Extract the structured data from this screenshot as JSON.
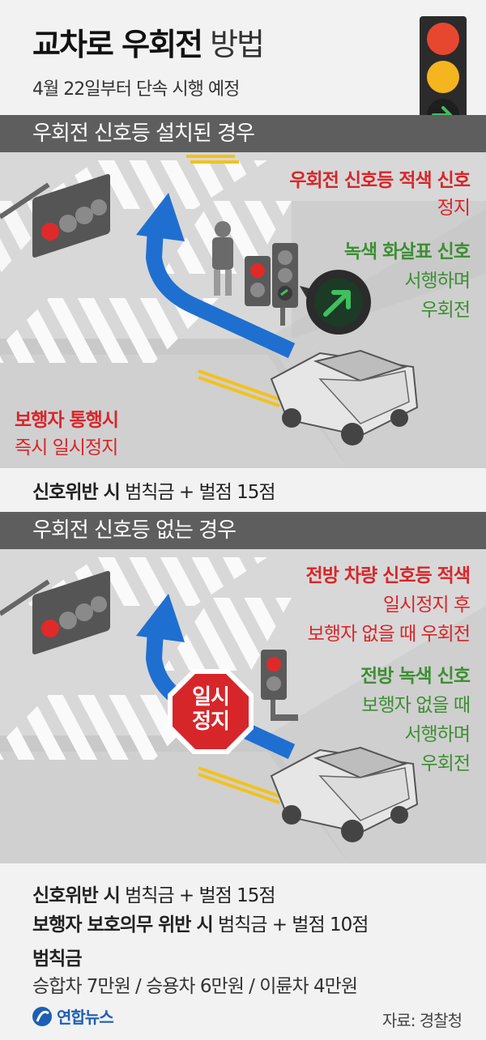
{
  "header": {
    "title_bold": "교차로 우회전",
    "title_light": "방법",
    "subtitle": "4월 22일부터 단속 시행 예정"
  },
  "section1": {
    "bar": "우회전 신호등 설치된 경우",
    "label_red_title": "우회전 신호등 적색 신호",
    "label_red_text": "정지",
    "label_green_title": "녹색 화살표 신호",
    "label_green_line1": "서행하며",
    "label_green_line2": "우회전",
    "label_ped_title": "보행자 통행시",
    "label_ped_text": "즉시 일시정지",
    "penalty_bold": "신호위반 시",
    "penalty_text": "범칙금 + 벌점 15점"
  },
  "section2": {
    "bar": "우회전 신호등 없는 경우",
    "label_red_title": "전방 차량 신호등 적색",
    "label_red_line1": "일시정지 후",
    "label_red_line2": "보행자 없을 때 우회전",
    "label_green_title": "전방 녹색 신호",
    "label_green_line1": "보행자 없을 때",
    "label_green_line2": "서행하며",
    "label_green_line3": "우회전",
    "stop_line1": "일시",
    "stop_line2": "정지"
  },
  "footer": {
    "line1_bold": "신호위반 시",
    "line1_text": "범칙금 + 벌점 15점",
    "line2_bold": "보행자 보호의무 위반 시",
    "line2_text": "범칙금 + 벌점 10점",
    "fine_title": "범칙금",
    "fine_text": "승합차 7만원 / 승용차 6만원 / 이륜차 4만원",
    "logo": "연합뉴스",
    "source": "자료: 경찰청"
  },
  "colors": {
    "red": "#d7262a",
    "green": "#3d8f33",
    "bar": "#5e5e5e",
    "arrow_blue": "#1f6fd1"
  }
}
